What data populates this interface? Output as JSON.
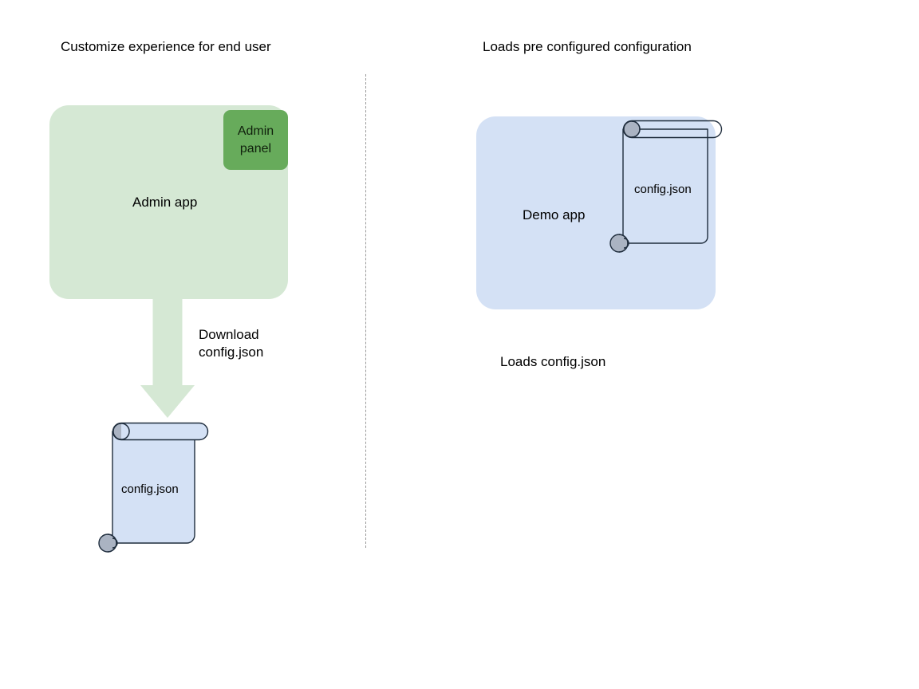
{
  "diagram": {
    "title_left": "Customize experience for end user",
    "title_right": "Loads pre configured configuration",
    "admin_app": {
      "label": "Admin app",
      "fill": "#d5e8d4",
      "panel": {
        "label_line1": "Admin",
        "label_line2": "panel",
        "fill": "#67ab5b"
      }
    },
    "demo_app": {
      "label": "Demo app",
      "fill": "#d4e1f5"
    },
    "arrow": {
      "label_line1": "Download",
      "label_line2": "config.json",
      "fill": "#d5e8d4",
      "direction": "down"
    },
    "documents": [
      {
        "name": "config-json-downloaded",
        "label": "config.json",
        "fill": "#d4e1f5",
        "stroke": "#1f2d3d",
        "curl_fill": "#a8b0bf"
      },
      {
        "name": "config-json-loaded",
        "label": "config.json",
        "fill": "none",
        "stroke": "#1f2d3d",
        "curl_fill": "#a8b0bf"
      }
    ],
    "caption_right": "Loads config.json",
    "divider": {
      "style": "dashed",
      "color": "#9a9a9a"
    }
  }
}
